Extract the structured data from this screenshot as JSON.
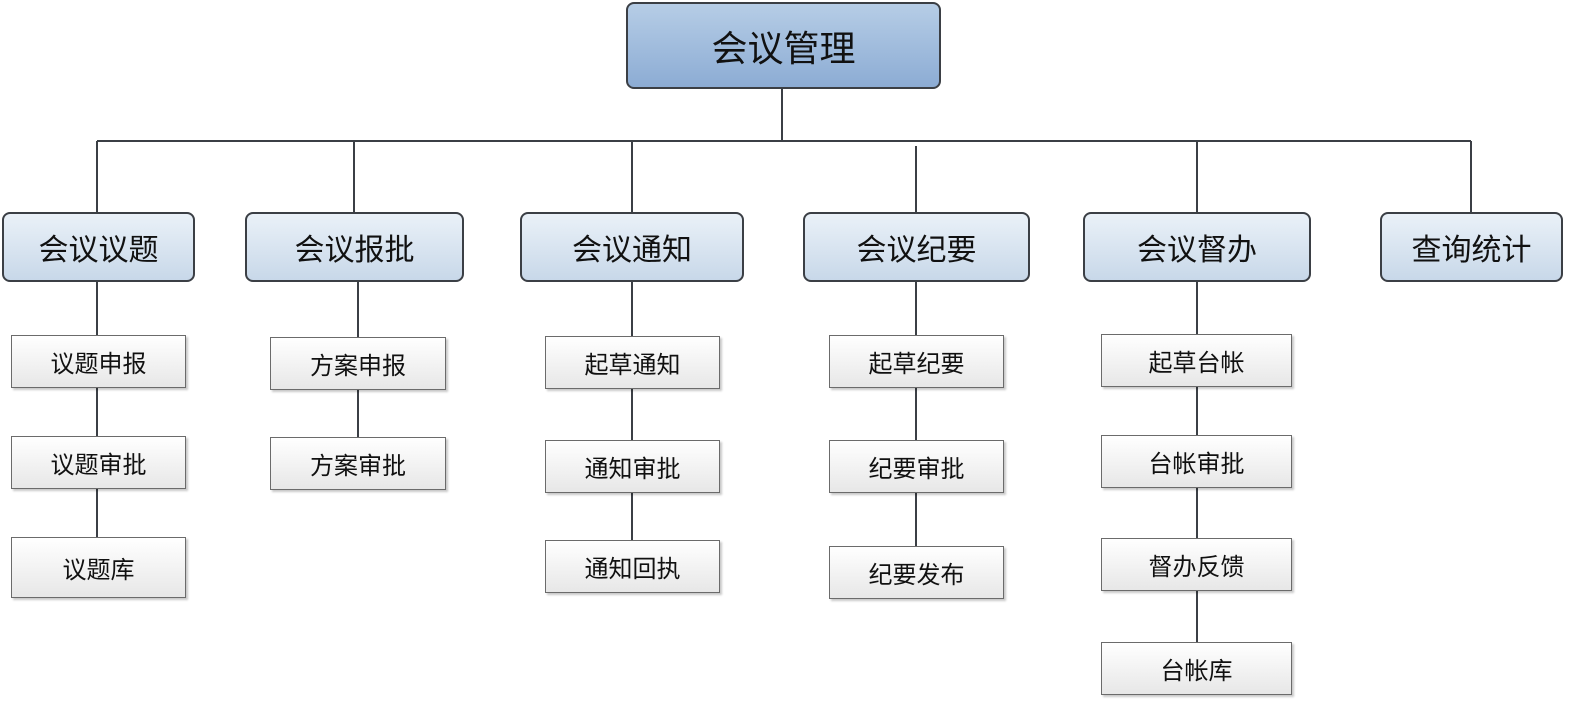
{
  "root": {
    "label": "会议管理"
  },
  "categories": [
    {
      "label": "会议议题",
      "children": [
        "议题申报",
        "议题审批",
        "议题库"
      ]
    },
    {
      "label": "会议报批",
      "children": [
        "方案申报",
        "方案审批"
      ]
    },
    {
      "label": "会议通知",
      "children": [
        "起草通知",
        "通知审批",
        "通知回执"
      ]
    },
    {
      "label": "会议纪要",
      "children": [
        "起草纪要",
        "纪要审批",
        "纪要发布"
      ]
    },
    {
      "label": "会议督办",
      "children": [
        "起草台帐",
        "台帐审批",
        "督办反馈",
        "台帐库"
      ]
    },
    {
      "label": "查询统计",
      "children": []
    }
  ],
  "colors": {
    "connector": "#3b3f45",
    "root_fill": "#a3bfe0",
    "category_fill": "#dde8f3",
    "leaf_fill": "#f2f2f2"
  }
}
